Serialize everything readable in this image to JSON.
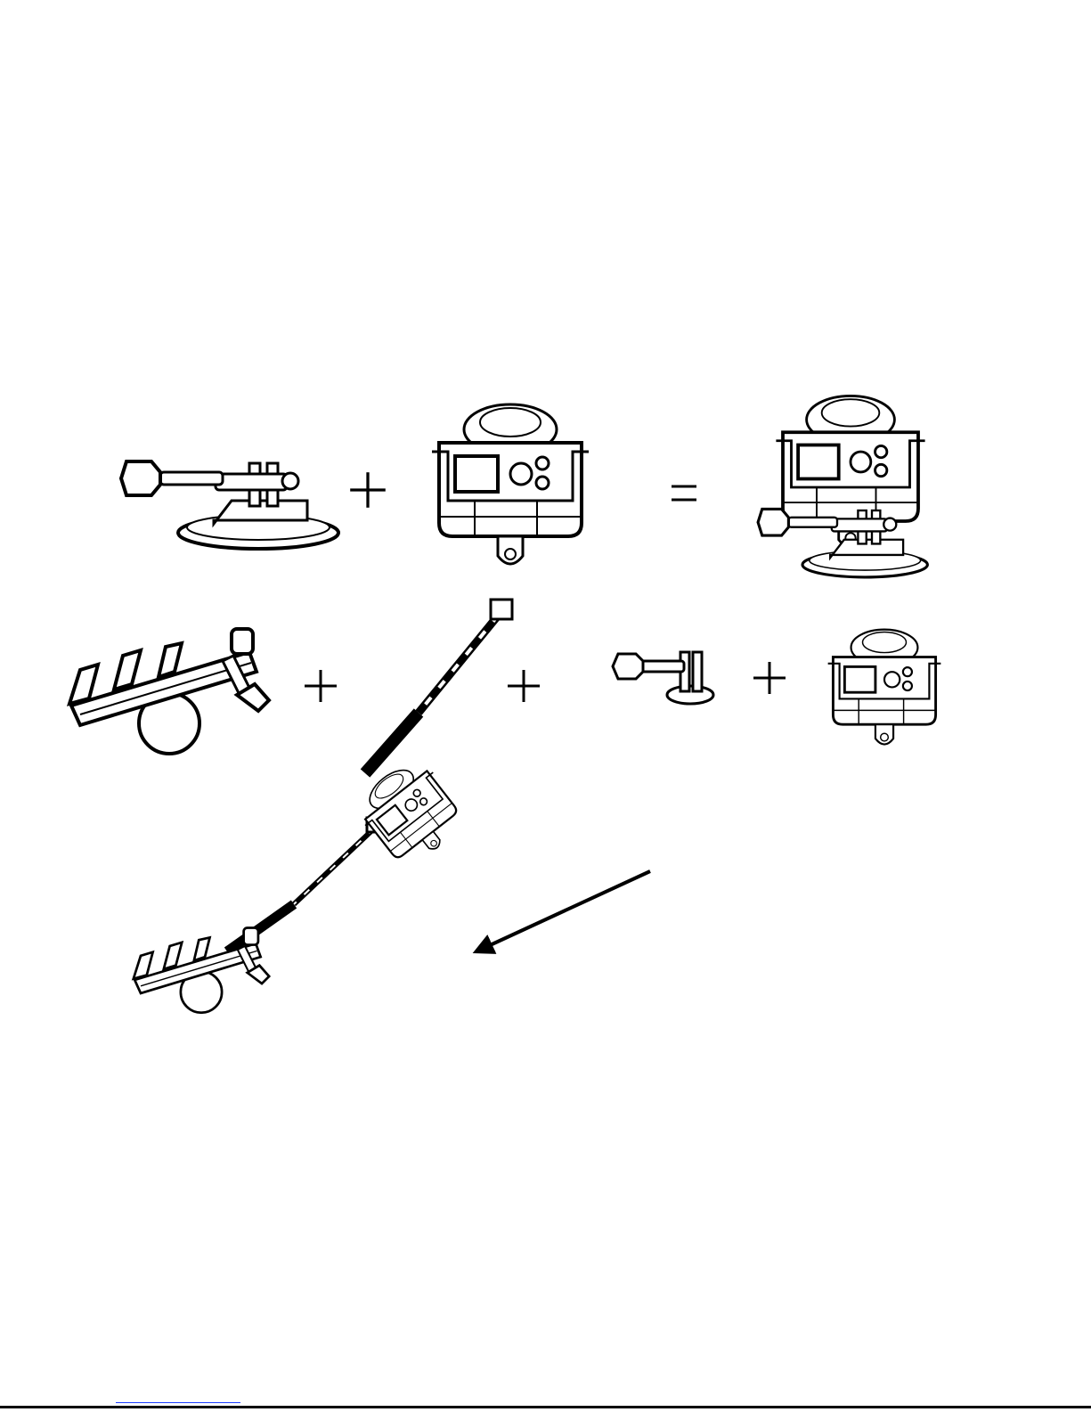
{
  "diagram": {
    "row1": {
      "items": [
        "suction-cup-mount",
        "camera-with-frame"
      ],
      "operators": [
        "+",
        "="
      ],
      "result": "camera-on-suction-mount"
    },
    "row2": {
      "items": [
        "handlebar-clamp",
        "extension-pole",
        "tripod-adapter",
        "camera-with-frame"
      ],
      "operators": [
        "+",
        "+",
        "+"
      ],
      "result": "camera-on-pole-with-clamp"
    },
    "arrow": {
      "direction": "down-left"
    },
    "colors": {
      "line": "#000000",
      "fill": "#ffffff",
      "link_underline": "#1a3cff"
    }
  }
}
